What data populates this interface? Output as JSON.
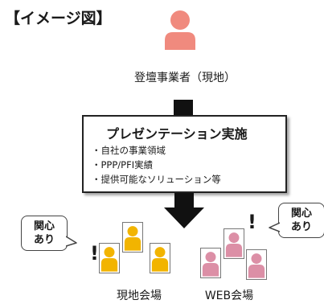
{
  "title": "【イメージ図】",
  "presenter": {
    "label": "登壇事業者（現地）",
    "color": "#f08a7e"
  },
  "presentation": {
    "heading": "プレゼンテーション実施",
    "bullets": [
      "自社の事業領域",
      "PPP/PFI実績",
      "提供可能なソリューション等"
    ]
  },
  "onsite": {
    "label": "現地会場",
    "bubble_lines": [
      "関心",
      "あり"
    ],
    "exclamation": "!",
    "color": "#f2b400"
  },
  "web": {
    "label": "WEB会場",
    "bubble_lines": [
      "関心",
      "あり"
    ],
    "exclamation": "!",
    "color": "#dc8fa6"
  }
}
